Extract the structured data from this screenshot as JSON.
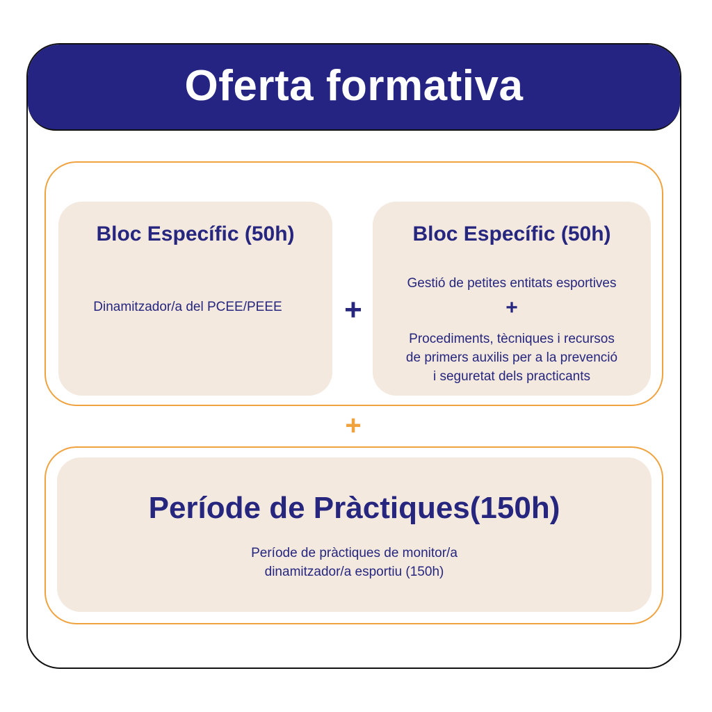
{
  "header": {
    "title": "Oferta formativa"
  },
  "blocks": {
    "left": {
      "title": "Bloc  Específic (50h)",
      "description": "Dinamitzador/a del PCEE/PEEE"
    },
    "connector_plus": "+",
    "right": {
      "title": "Bloc  Específic (50h)",
      "item_1": "Gestió de petites entitats esportives",
      "inner_plus": "+",
      "item_2_lines": [
        "Procediments, tècniques i recursos",
        "de primers auxilis per a la prevenció",
        "i seguretat dels practicants"
      ]
    }
  },
  "group_connector_plus": "+",
  "practice": {
    "title": "Període de Pràctiques(150h)",
    "description_lines": [
      "Període de pràctiques de monitor/a",
      "dinamitzador/a esportiu (150h)"
    ]
  },
  "colors": {
    "header_background": "#252482",
    "text_primary": "#26267f",
    "accent_orange": "#f0a23e",
    "panel_background": "#f3e9df"
  }
}
